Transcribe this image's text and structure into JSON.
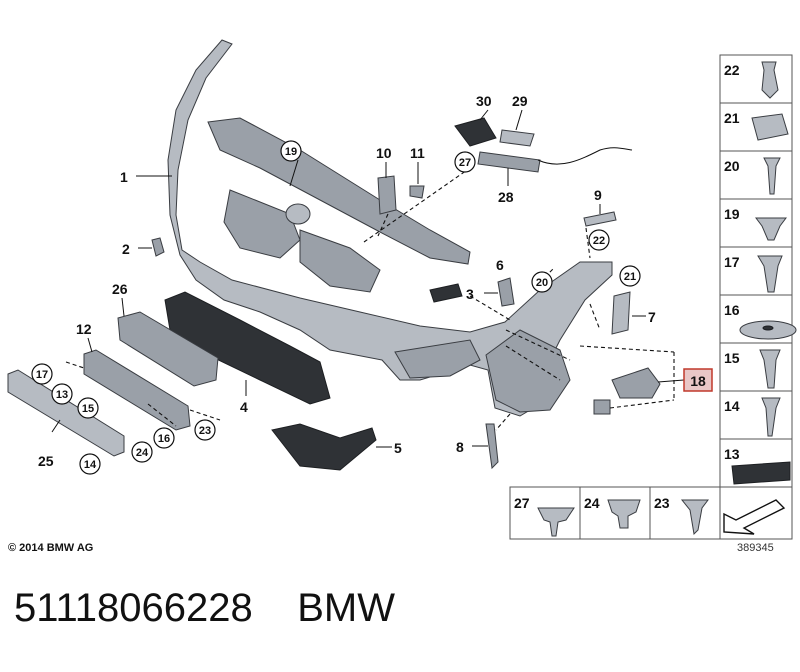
{
  "diagram": {
    "copyright": "© 2014 BMW AG",
    "doc_number": "389345",
    "caption": "51118066228    BMW",
    "main_labels": [
      "1",
      "2",
      "3",
      "4",
      "5",
      "6",
      "7",
      "8",
      "9",
      "10",
      "11",
      "12",
      "25",
      "26",
      "28",
      "29",
      "30"
    ],
    "circled_labels": [
      "19",
      "27",
      "22",
      "20",
      "21",
      "17",
      "13",
      "15",
      "14",
      "24",
      "16",
      "23"
    ],
    "highlight_label": "18",
    "side_panel": [
      "22",
      "21",
      "20",
      "19",
      "17",
      "16",
      "15",
      "14",
      "13"
    ],
    "bottom_panel": [
      "27",
      "24",
      "23"
    ]
  }
}
